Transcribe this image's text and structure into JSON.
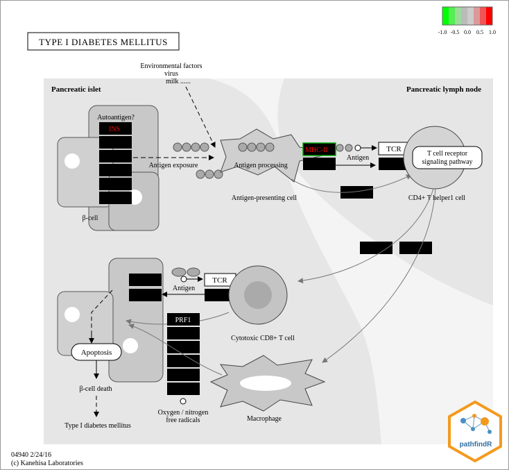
{
  "title": "TYPE I DIABETES MELLITUS",
  "legend": {
    "colors": [
      "#00ff00",
      "#55ee55",
      "#99dd99",
      "#bbbbbb",
      "#cccccc",
      "#dd9999",
      "#ee5555",
      "#ff0000"
    ],
    "ticks": [
      "-1.0",
      "-0.5",
      "0.0",
      "0.5",
      "1.0"
    ]
  },
  "regions": {
    "islet": "Pancreatic islet",
    "lymph": "Pancreatic lymph node"
  },
  "env_factors": [
    "Environmental factors",
    "virus",
    "milk ......"
  ],
  "labels": {
    "autoantigen": "Autoantigen?",
    "antigen_exposure": "Antigen exposure",
    "antigen_processing": "Antigen processing",
    "apc": "Antigen-presenting cell",
    "antigen_top": "Antigen",
    "antigen_bottom": "Antigen",
    "cd4": "CD4+ T helper1 cell",
    "tcr_pathway_1": "T cell receptor",
    "tcr_pathway_2": "signaling pathway",
    "beta_cell": "β-cell",
    "cytotoxic": "Cytotoxic CD8+ T cell",
    "apoptosis": "Apoptosis",
    "beta_death": "β-cell death",
    "t1d": "Type I diabetes mellitus",
    "oxygen_1": "Oxygen / nitrogen",
    "oxygen_2": "free radicals",
    "macrophage": "Macrophage"
  },
  "genes": {
    "ins": "INS",
    "mhc2": "MHC-II",
    "tcr_top": "TCR",
    "tcr_bottom": "TCR",
    "prf1": "PRF1"
  },
  "footer": {
    "line1": "04940 2/24/16",
    "line2": "(c) Kanehisa Laboratories"
  },
  "logo": {
    "text": "pathfindR"
  }
}
